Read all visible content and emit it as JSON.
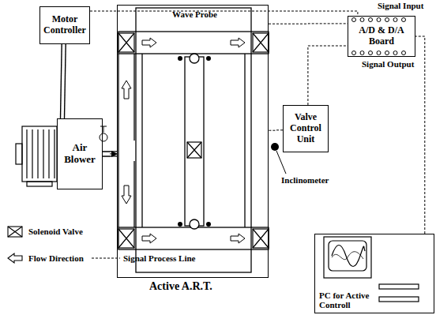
{
  "diagram": {
    "nodes": [
      {
        "text": [
          "Motor Controller"
        ]
      },
      {
        "text": [
          "Air Blower"
        ]
      },
      {
        "text": [
          "Active A.R.T."
        ]
      },
      {
        "text": [
          "Valve Control Unit"
        ]
      },
      {
        "text": [
          "A/D & D/A Board"
        ]
      },
      {
        "text": [
          "PC for Active Controll"
        ]
      }
    ],
    "edges": [
      {
        "from": 0,
        "to": 1,
        "arrow": "none"
      },
      {
        "from": 1,
        "to": 2,
        "arrow": "to"
      },
      {
        "from": 0,
        "to": 4,
        "arrow": "none"
      },
      {
        "from": 2,
        "to": 4,
        "arrow": "none"
      },
      {
        "from": 3,
        "to": 4,
        "arrow": "none"
      },
      {
        "from": 3,
        "to": 2,
        "arrow": "none"
      },
      {
        "from": 5,
        "to": 4,
        "arrow": "none"
      }
    ],
    "labels": [
      "Wave Probe",
      "Signal Input",
      "Signal Output",
      "Inclinometer"
    ],
    "legend": [
      {
        "text": "Solenoid Valve"
      },
      {
        "text": "Flow Direction"
      },
      {
        "text": "Signal Process Line"
      }
    ]
  }
}
